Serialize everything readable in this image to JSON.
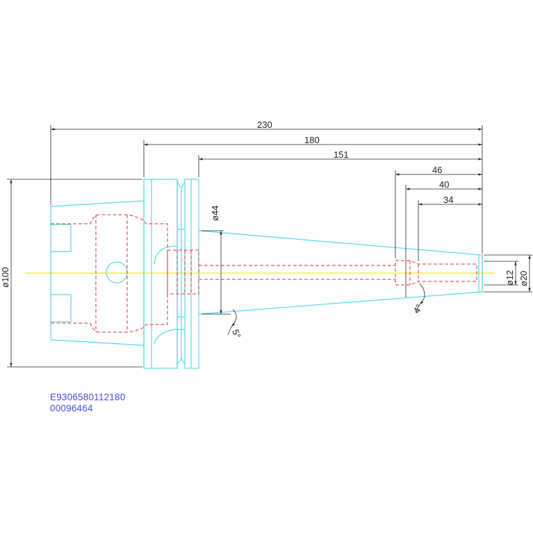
{
  "colors": {
    "outline": "#55d8e8",
    "hidden": "#dd3333",
    "centerline": "#e8e000",
    "dimension": "#222222",
    "code_text": "#4a4ae0"
  },
  "dimensions": {
    "length_230": "230",
    "length_180": "180",
    "length_151": "151",
    "length_46": "46",
    "length_40": "40",
    "length_34": "34",
    "dia_100": "ø100",
    "dia_44": "ø44",
    "dia_12": "ø12",
    "dia_20": "ø20",
    "angle_5": "5°",
    "angle_4": "4°"
  },
  "codes": {
    "part_code": "E9306580112180",
    "serial_code": "00096464"
  }
}
